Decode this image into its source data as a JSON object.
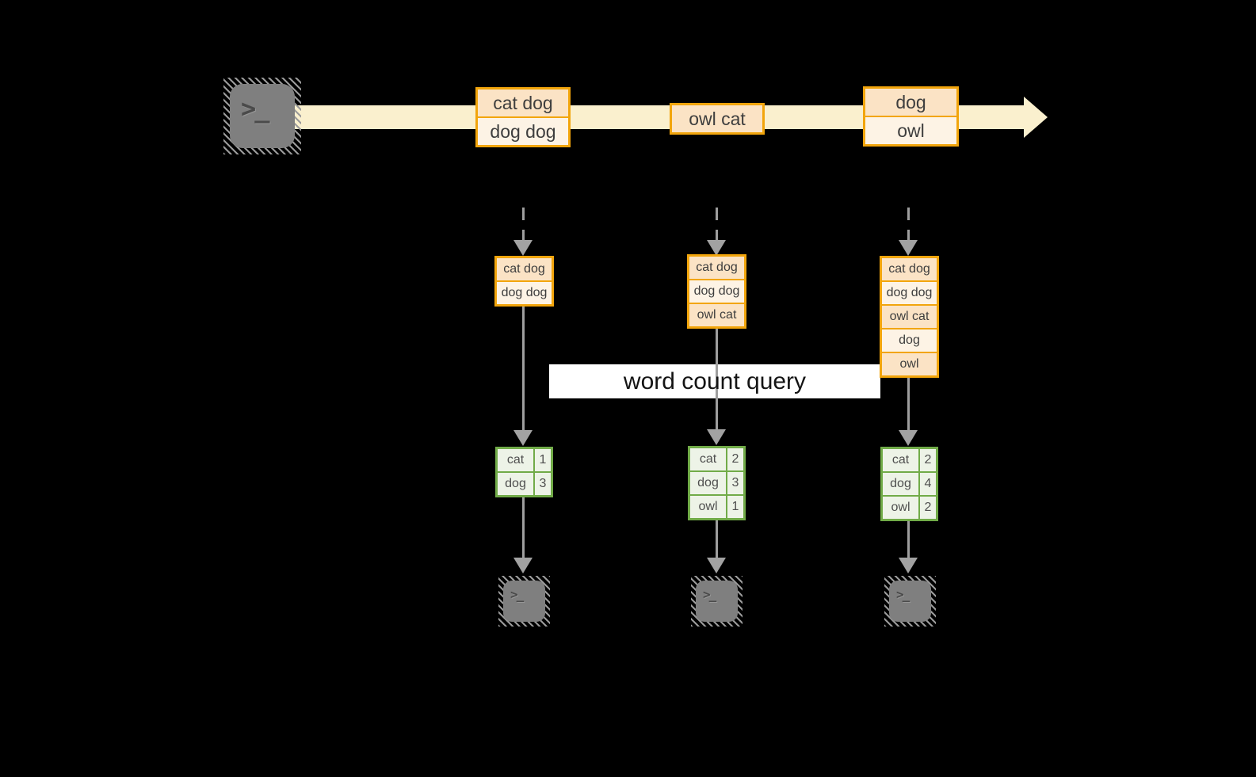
{
  "banner": {
    "label": "word count query"
  },
  "icons": {
    "terminal_prompt": ">_"
  },
  "stream": {
    "groups": [
      {
        "rows": [
          {
            "text": "cat dog"
          },
          {
            "text": "dog dog"
          }
        ]
      },
      {
        "rows": [
          {
            "text": "owl cat"
          }
        ]
      },
      {
        "rows": [
          {
            "text": "dog"
          },
          {
            "text": "owl"
          }
        ]
      }
    ]
  },
  "tasks": [
    {
      "records": [
        {
          "text": "cat dog"
        },
        {
          "text": "dog dog"
        }
      ],
      "counts": [
        {
          "word": "cat",
          "value": "1"
        },
        {
          "word": "dog",
          "value": "3"
        }
      ]
    },
    {
      "records": [
        {
          "text": "cat dog"
        },
        {
          "text": "dog dog"
        },
        {
          "text": "owl cat"
        }
      ],
      "counts": [
        {
          "word": "cat",
          "value": "2"
        },
        {
          "word": "dog",
          "value": "3"
        },
        {
          "word": "owl",
          "value": "1"
        }
      ]
    },
    {
      "records": [
        {
          "text": "cat dog"
        },
        {
          "text": "dog dog"
        },
        {
          "text": "owl cat"
        },
        {
          "text": "dog"
        },
        {
          "text": "owl"
        }
      ],
      "counts": [
        {
          "word": "cat",
          "value": "2"
        },
        {
          "word": "dog",
          "value": "4"
        },
        {
          "word": "owl",
          "value": "2"
        }
      ]
    }
  ],
  "colors": {
    "record_border": "#F2A50C",
    "record_fill_peach": "#FBE3C5",
    "record_fill_cream": "#FDF3E5",
    "stream_fill": "#FAF0CE",
    "table_border": "#71AB48",
    "table_fill": "#EDF3E7",
    "connector_gray": "#9E9E9E",
    "terminal_gray": "#7F7F7F",
    "banner_bg": "#FFFFFF"
  }
}
